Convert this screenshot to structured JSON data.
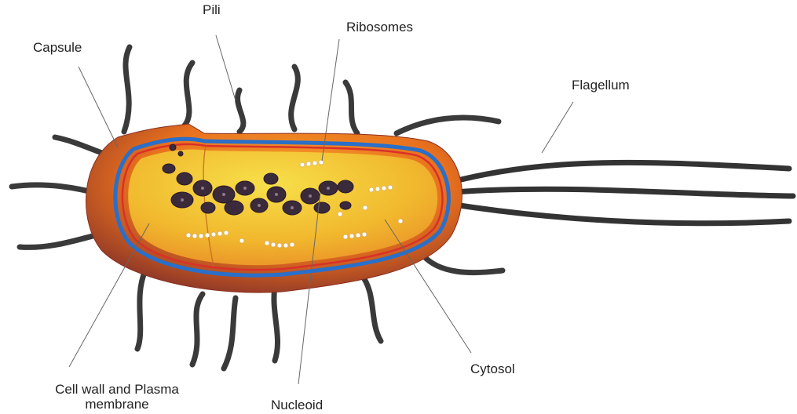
{
  "diagram": {
    "labels": {
      "capsule": "Capsule",
      "pili": "Pili",
      "ribosomes": "Ribosomes",
      "flagellum": "Flagellum",
      "cell_wall_line1": "Cell wall and Plasma",
      "cell_wall_line2": "membrane",
      "nucleoid": "Nucleoid",
      "cytosol": "Cytosol"
    },
    "colors": {
      "capsule_outer": "#c0401a",
      "capsule_mid": "#e8701e",
      "cytoplasm": "#f4b52a",
      "cytoplasm_light": "#f7d640",
      "membrane_blue": "#2a6fc9",
      "membrane_red": "#d9302a",
      "appendage": "#3a3a3a",
      "nucleoid": "#3b2a3a"
    }
  }
}
